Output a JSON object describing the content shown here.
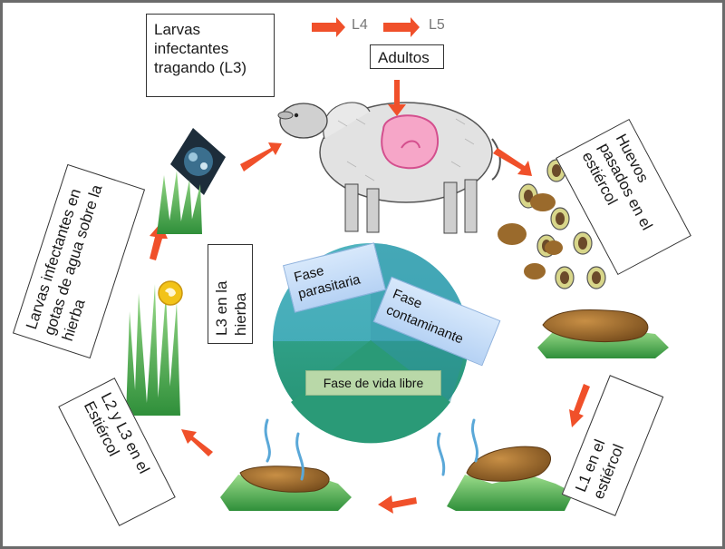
{
  "labels": {
    "l3_swallowed": "Larvas infectantes tragando (L3)",
    "adults": "Adultos",
    "l4": "L4",
    "l5": "L5",
    "eggs": "Huevos pasados en el estiércol",
    "l1": "L1 en el estiércol",
    "l2_l3": "L2 y L3 en el Estiércol",
    "l3_grass": "L3 en la hierba",
    "l3_water": "Larvas infectantes en gotas de agua sobre la hierba"
  },
  "phases": {
    "parasitic": "Fase parasitaria",
    "contaminant": "Fase contaminante",
    "free_living": "Fase de vida libre"
  },
  "colors": {
    "arrow": "#f0502a",
    "grass": "#5cb85c",
    "dung": "#9a6a2c",
    "circle_top": "#56b8c0",
    "circle_bottom": "#2e9e7a",
    "phase_box": "#c5ddf7",
    "free_box": "#b9d8a8"
  }
}
